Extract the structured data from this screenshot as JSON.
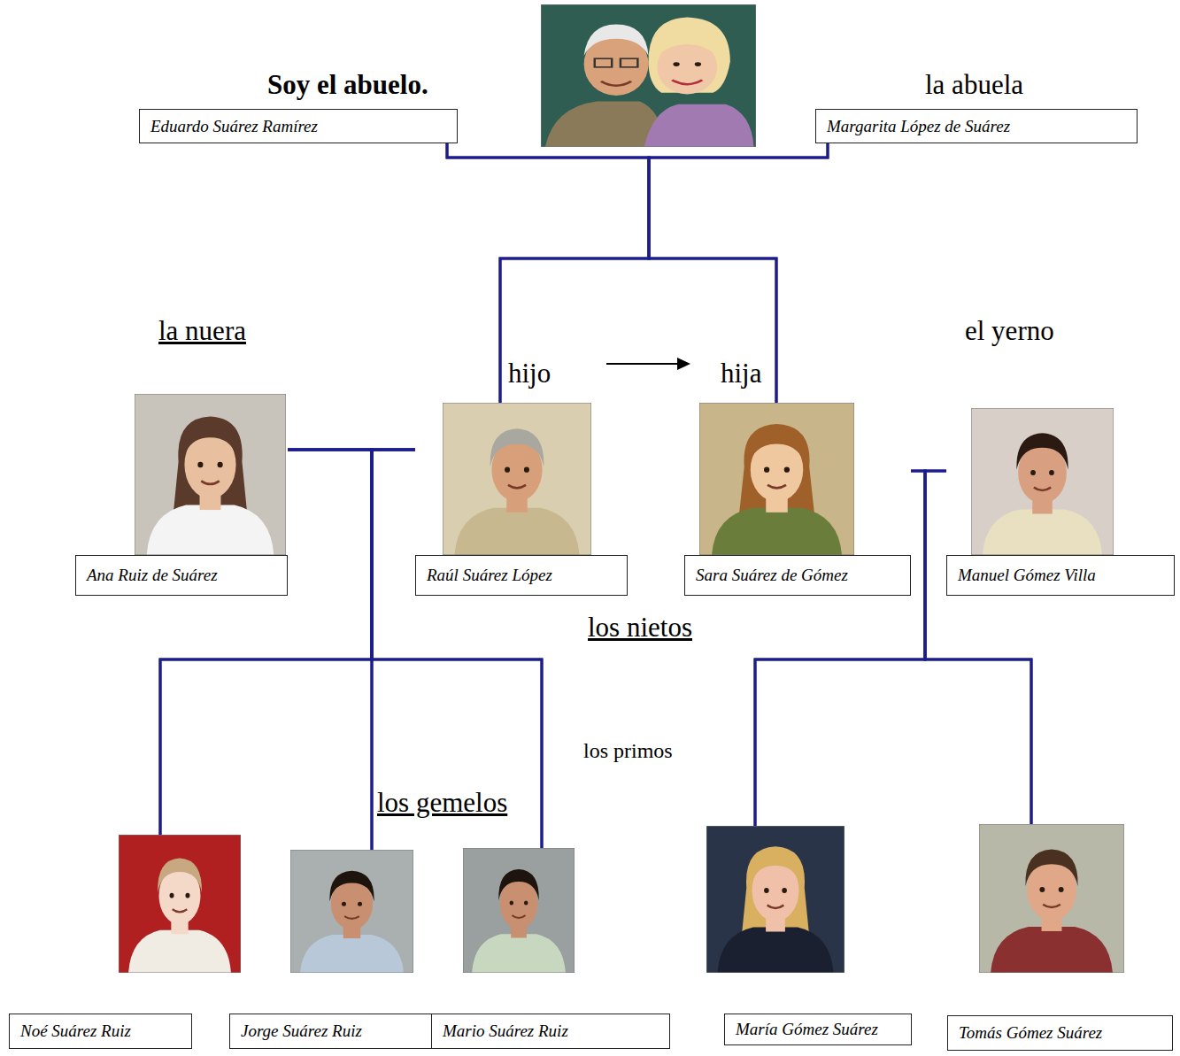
{
  "diagram": {
    "nodes": [
      {
        "text": [
          "Eduardo Suárez Ramírez"
        ]
      },
      {
        "text": [
          "Margarita López de Suárez"
        ]
      },
      {
        "text": [
          "Ana Ruiz de Suárez"
        ]
      },
      {
        "text": [
          "Raúl Suárez López"
        ]
      },
      {
        "text": [
          "Sara Suárez de Gómez"
        ]
      },
      {
        "text": [
          "Manuel Gómez Villa"
        ]
      },
      {
        "text": [
          "Noé Suárez Ruiz"
        ]
      },
      {
        "text": [
          "Jorge Suárez Ruiz"
        ]
      },
      {
        "text": [
          "Mario Suárez Ruiz"
        ]
      },
      {
        "text": [
          "María Gómez Suárez"
        ]
      },
      {
        "text": [
          "Tomás Gómez Suárez"
        ]
      }
    ],
    "edges": [
      {
        "from": 0,
        "to": 3,
        "arrow": "none"
      },
      {
        "from": 0,
        "to": 4,
        "arrow": "none"
      },
      {
        "from": 1,
        "to": 3,
        "arrow": "none"
      },
      {
        "from": 1,
        "to": 4,
        "arrow": "none"
      },
      {
        "from": 2,
        "to": 3,
        "arrow": "none"
      },
      {
        "from": 2,
        "to": 6,
        "arrow": "none"
      },
      {
        "from": 2,
        "to": 7,
        "arrow": "none"
      },
      {
        "from": 2,
        "to": 8,
        "arrow": "none"
      },
      {
        "from": 3,
        "to": 6,
        "arrow": "none"
      },
      {
        "from": 3,
        "to": 7,
        "arrow": "none"
      },
      {
        "from": 3,
        "to": 8,
        "arrow": "none"
      },
      {
        "from": 4,
        "to": 5,
        "arrow": "none"
      },
      {
        "from": 4,
        "to": 9,
        "arrow": "none"
      },
      {
        "from": 4,
        "to": 10,
        "arrow": "none"
      },
      {
        "from": 5,
        "to": 9,
        "arrow": "none"
      },
      {
        "from": 5,
        "to": 10,
        "arrow": "none"
      }
    ],
    "labels": [
      "Soy el abuelo.",
      "la abuela",
      "la nuera",
      "hijo",
      "hija",
      "el yerno",
      "los nietos",
      "los primos",
      "los gemelos"
    ]
  }
}
